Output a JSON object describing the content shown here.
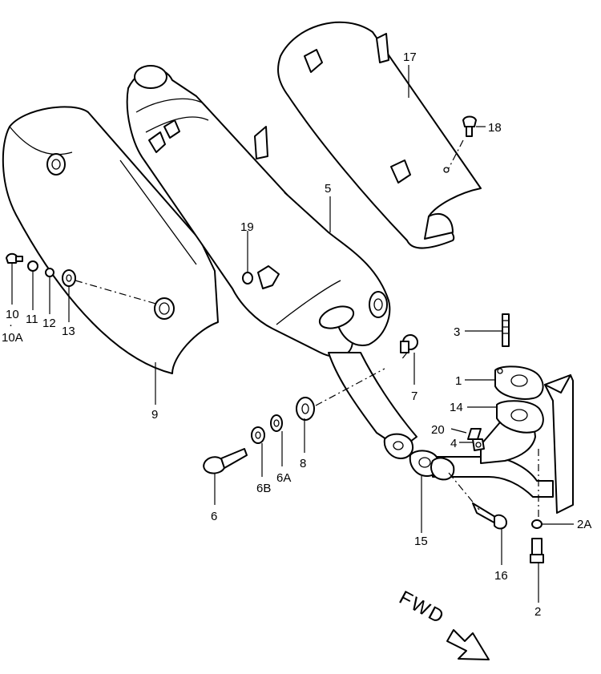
{
  "labels": {
    "p1": "1",
    "p2": "2",
    "p2a": "2A",
    "p3": "3",
    "p4": "4",
    "p5": "5",
    "p6": "6",
    "p6a": "6A",
    "p6b": "6B",
    "p7": "7",
    "p8": "8",
    "p9": "9",
    "p10": "10",
    "p10a": "10A",
    "p11": "11",
    "p12": "12",
    "p13": "13",
    "p14": "14",
    "p15": "15",
    "p16": "16",
    "p17": "17",
    "p18": "18",
    "p19": "19",
    "p20": "20",
    "separator": "·"
  },
  "fwd_label": "FWD",
  "colors": {
    "ink": "#000000",
    "paper": "#ffffff"
  }
}
